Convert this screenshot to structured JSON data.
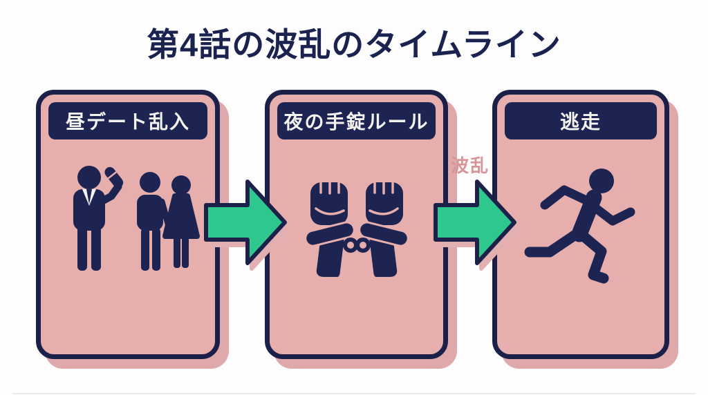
{
  "page": {
    "title": "第4話の波乱のタイムライン"
  },
  "colors": {
    "background": "#fefdfd",
    "title_navy": "#1a2350",
    "card_fill": "#e7aeae",
    "card_border": "#1a2048",
    "card_shadow": "#dfa8aa",
    "header_fill": "#1d2452",
    "header_text": "#f5f3ef",
    "icon_navy": "#1d2452",
    "arrow_green": "#2ec78e",
    "annotation_pink": "#d89597"
  },
  "timeline": {
    "steps": [
      {
        "label": "昼デート乱入",
        "icon": "presenter-and-couple-icon"
      },
      {
        "label": "夜の手錠ルール",
        "icon": "handcuffed-fists-icon"
      },
      {
        "label": "逃走",
        "icon": "running-person-icon"
      }
    ],
    "connectors": [
      {
        "from": "昼デート乱入",
        "to": "夜の手錠ルール",
        "annotation": ""
      },
      {
        "from": "夜の手錠ルール",
        "to": "逃走",
        "annotation": "波乱"
      }
    ]
  }
}
